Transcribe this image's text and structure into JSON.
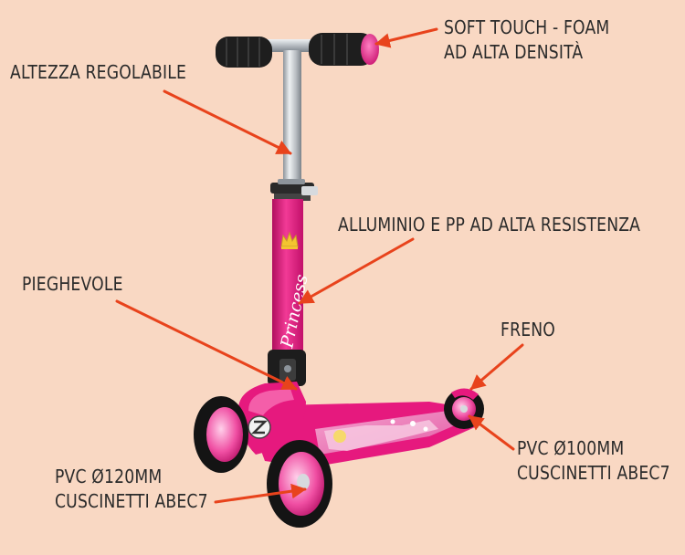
{
  "callouts": {
    "soft_touch": {
      "line1": "SOFT TOUCH - FOAM",
      "line2": "AD ALTA DENSITÀ"
    },
    "altezza": {
      "text": "ALTEZZA REGOLABILE"
    },
    "alluminio": {
      "text": "ALLUMINIO E PP AD ALTA RESISTENZA"
    },
    "pieghevole": {
      "text": "PIEGHEVOLE"
    },
    "freno": {
      "text": "FRENO"
    },
    "rear_wheel": {
      "line1": "PVC Ø100MM",
      "line2": "CUSCINETTI ABEC7"
    },
    "front_wheel": {
      "line1": "PVC Ø120MM",
      "line2": "CUSCINETTI ABEC7"
    }
  },
  "product": {
    "stem_text": "Princess"
  },
  "colors": {
    "background": "#f9d8c3",
    "arrow": "#e8431c",
    "scooter_pink": "#e6197e",
    "grip": "#1e1e1e",
    "aluminium": "#c9cdd2"
  }
}
